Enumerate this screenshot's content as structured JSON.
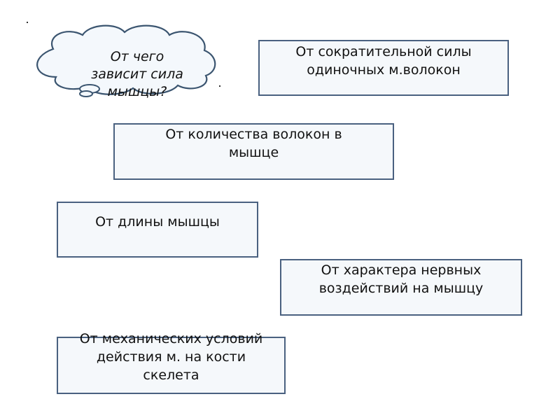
{
  "question": {
    "lines": [
      "От чего",
      "зависит сила",
      "мышцы?"
    ]
  },
  "factors": [
    {
      "lines": [
        "От сократительной силы",
        "одиночных м.волокон"
      ]
    },
    {
      "lines": [
        "От количества волокон в",
        "мышце"
      ]
    },
    {
      "lines": [
        "От длины мышцы"
      ]
    },
    {
      "lines": [
        "От характера нервных",
        "воздействий на мышцу"
      ]
    },
    {
      "lines": [
        "От механических условий",
        "действия м. на кости",
        "скелета"
      ]
    }
  ],
  "colors": {
    "box_border": "#4a6180",
    "box_fill": "#f5f8fb",
    "cloud_stroke": "#3b5570",
    "cloud_fill": "#f4f8fc"
  }
}
